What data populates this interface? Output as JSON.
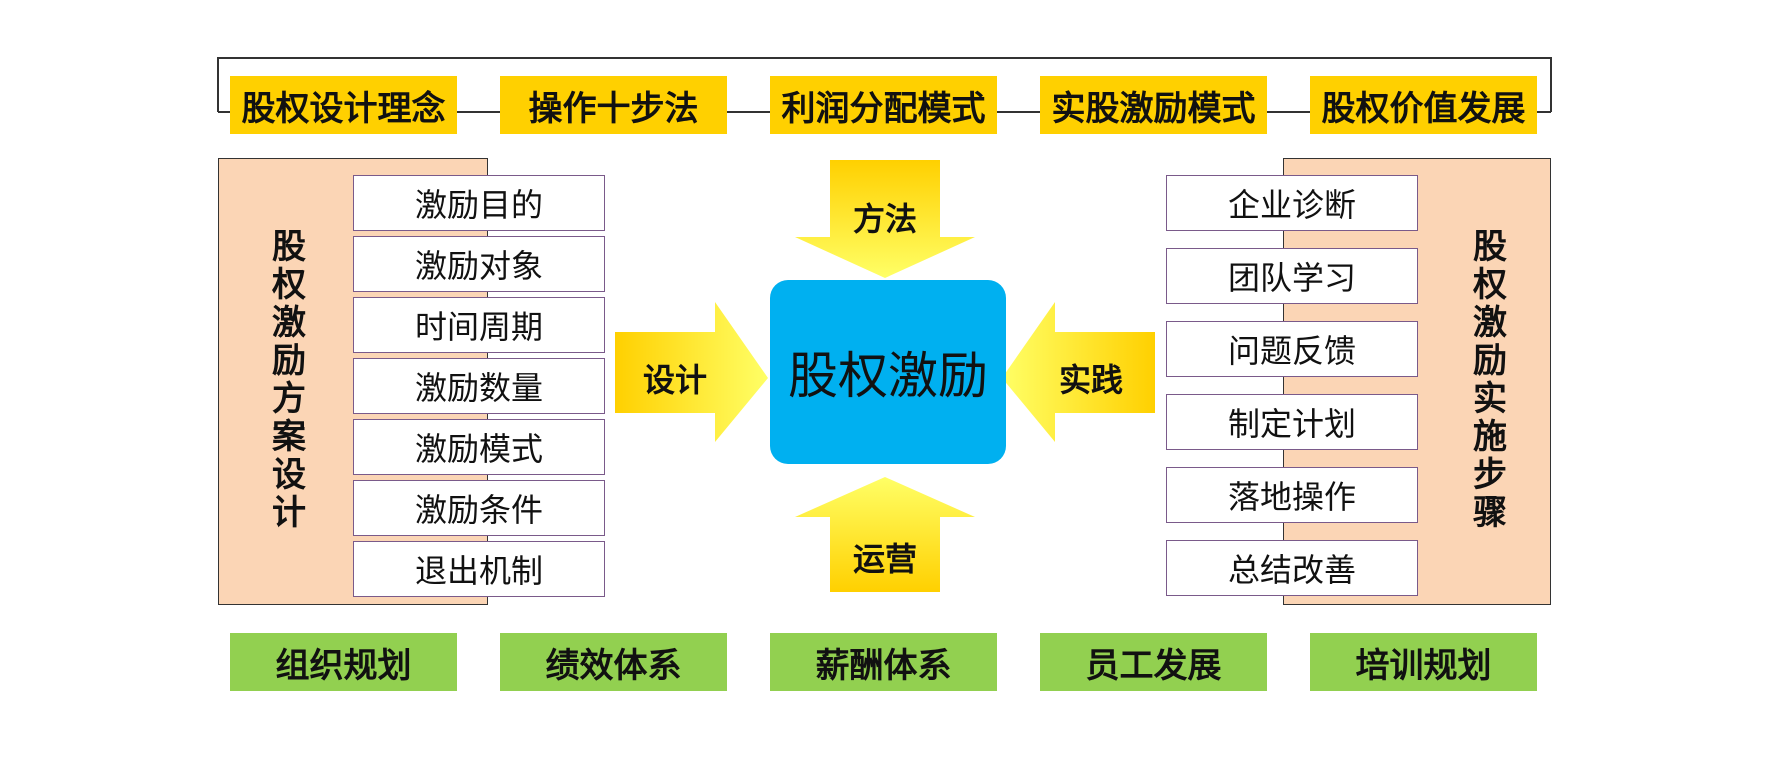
{
  "top_boxes": [
    "股权设计理念",
    "操作十步法",
    "利润分配模式",
    "实股激励模式",
    "股权价值发展"
  ],
  "bottom_boxes": [
    "组织规划",
    "绩效体系",
    "薪酬体系",
    "员工发展",
    "培训规划"
  ],
  "left_panel": {
    "title": "股权激励方案设计",
    "items": [
      "激励目的",
      "激励对象",
      "时间周期",
      "激励数量",
      "激励模式",
      "激励条件",
      "退出机制"
    ]
  },
  "right_panel": {
    "title": "股权激励实施步骤",
    "items": [
      "企业诊断",
      "团队学习",
      "问题反馈",
      "制定计划",
      "落地操作",
      "总结改善"
    ]
  },
  "center": {
    "label": "股权激励"
  },
  "arrows": {
    "top": "方法",
    "bottom": "运营",
    "left": "设计",
    "right": "实践"
  },
  "colors": {
    "yellow": "#ffd000",
    "green": "#92d050",
    "peach": "#fbd5b5",
    "blue": "#00b0f0",
    "arrow": "#ffff33"
  }
}
